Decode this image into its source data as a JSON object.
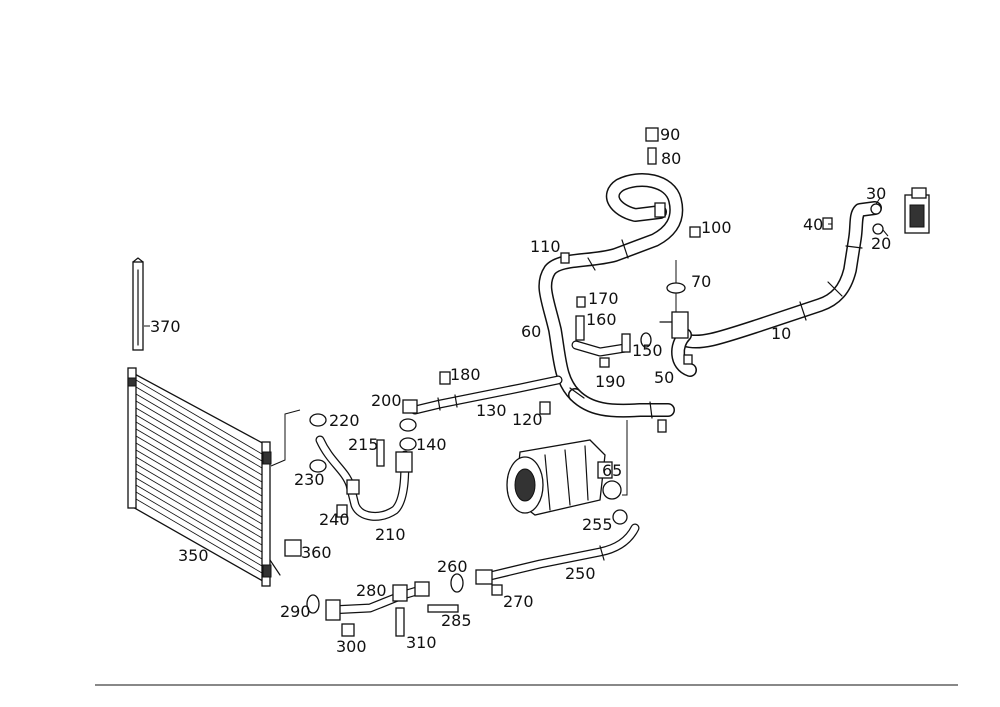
{
  "diagram": {
    "callouts": [
      {
        "id": "c10",
        "text": "10"
      },
      {
        "id": "c20",
        "text": "20"
      },
      {
        "id": "c30",
        "text": "30"
      },
      {
        "id": "c40",
        "text": "40"
      },
      {
        "id": "c50",
        "text": "50"
      },
      {
        "id": "c60",
        "text": "60"
      },
      {
        "id": "c65",
        "text": "65"
      },
      {
        "id": "c70",
        "text": "70"
      },
      {
        "id": "c80",
        "text": "80"
      },
      {
        "id": "c90",
        "text": "90"
      },
      {
        "id": "c100",
        "text": "100"
      },
      {
        "id": "c110",
        "text": "110"
      },
      {
        "id": "c120",
        "text": "120"
      },
      {
        "id": "c130",
        "text": "130"
      },
      {
        "id": "c140",
        "text": "140"
      },
      {
        "id": "c150",
        "text": "150"
      },
      {
        "id": "c160",
        "text": "160"
      },
      {
        "id": "c170",
        "text": "170"
      },
      {
        "id": "c180",
        "text": "180"
      },
      {
        "id": "c190",
        "text": "190"
      },
      {
        "id": "c200",
        "text": "200"
      },
      {
        "id": "c210",
        "text": "210"
      },
      {
        "id": "c215",
        "text": "215"
      },
      {
        "id": "c220",
        "text": "220"
      },
      {
        "id": "c230",
        "text": "230"
      },
      {
        "id": "c240",
        "text": "240"
      },
      {
        "id": "c250",
        "text": "250"
      },
      {
        "id": "c255",
        "text": "255"
      },
      {
        "id": "c260",
        "text": "260"
      },
      {
        "id": "c270",
        "text": "270"
      },
      {
        "id": "c280",
        "text": "280"
      },
      {
        "id": "c285",
        "text": "285"
      },
      {
        "id": "c290",
        "text": "290"
      },
      {
        "id": "c300",
        "text": "300"
      },
      {
        "id": "c310",
        "text": "310"
      },
      {
        "id": "c350",
        "text": "350"
      },
      {
        "id": "c360",
        "text": "360"
      },
      {
        "id": "c370",
        "text": "370"
      }
    ]
  }
}
